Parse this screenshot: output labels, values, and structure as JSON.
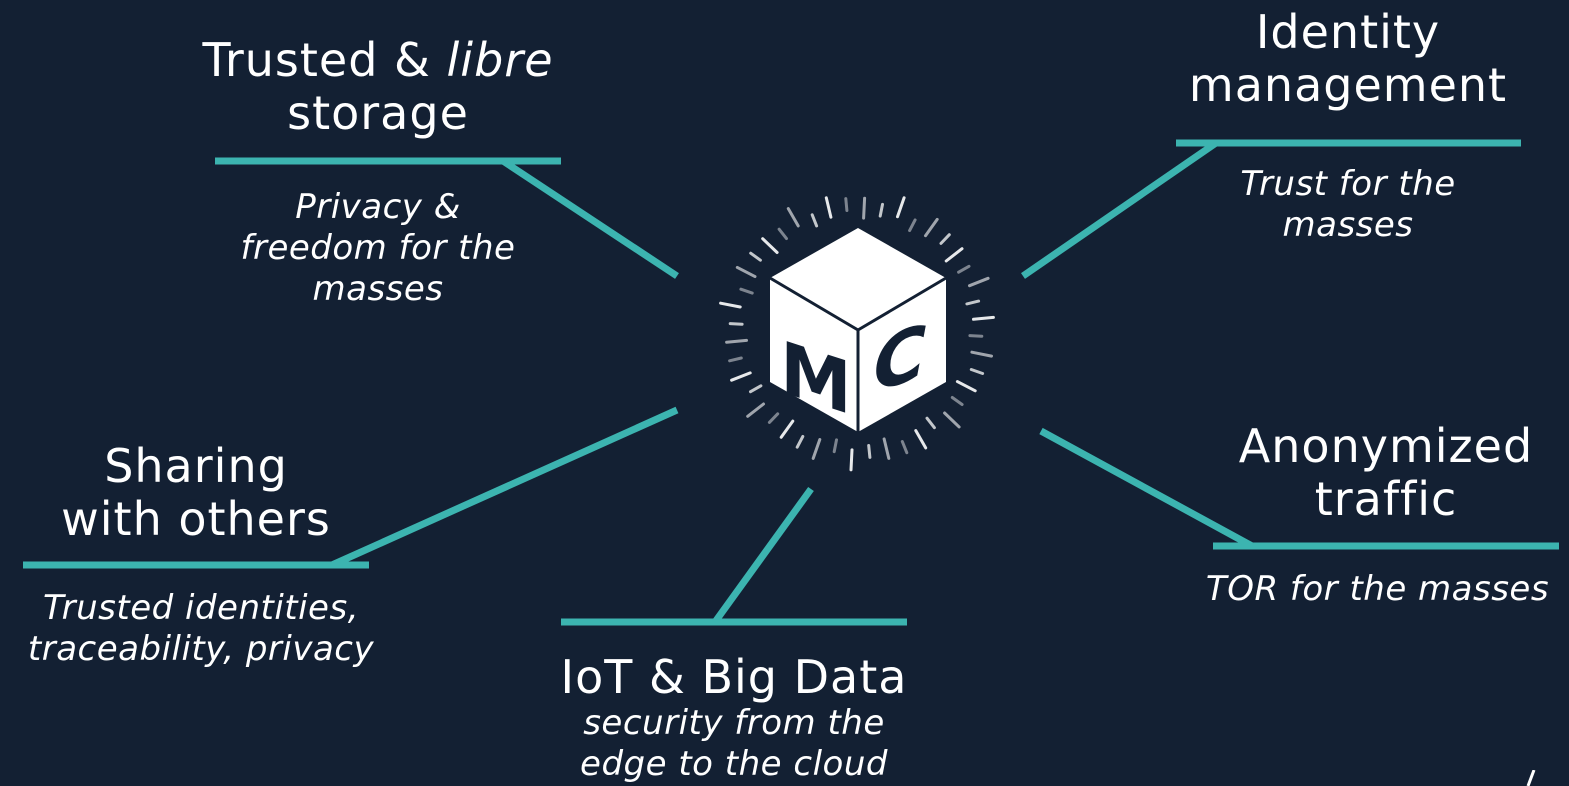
{
  "colors": {
    "background": "#132033",
    "connector": "#3cb4b0",
    "text": "#ffffff",
    "logo_dark": "#132033",
    "logo_white": "#ffffff"
  },
  "center_logo": {
    "monogram": "MC",
    "icon": "cube-logo-icon"
  },
  "nodes": {
    "storage": {
      "title_line1": "Trusted & ",
      "title_line1_em": "libre",
      "title_line2": "storage",
      "subtitle": [
        "Privacy &",
        "freedom for the",
        "masses"
      ]
    },
    "identity": {
      "title": [
        "Identity",
        "management"
      ],
      "subtitle": [
        "Trust for the",
        "masses"
      ]
    },
    "sharing": {
      "title": [
        "Sharing",
        "with others"
      ],
      "subtitle": [
        "Trusted identities,",
        "traceability, privacy"
      ]
    },
    "iot": {
      "title": [
        "IoT & Big Data"
      ],
      "subtitle": [
        "security from the",
        "edge to the cloud"
      ]
    },
    "anonymized": {
      "title": [
        "Anonymized",
        "traffic"
      ],
      "subtitle": [
        "TOR for the masses"
      ]
    }
  }
}
